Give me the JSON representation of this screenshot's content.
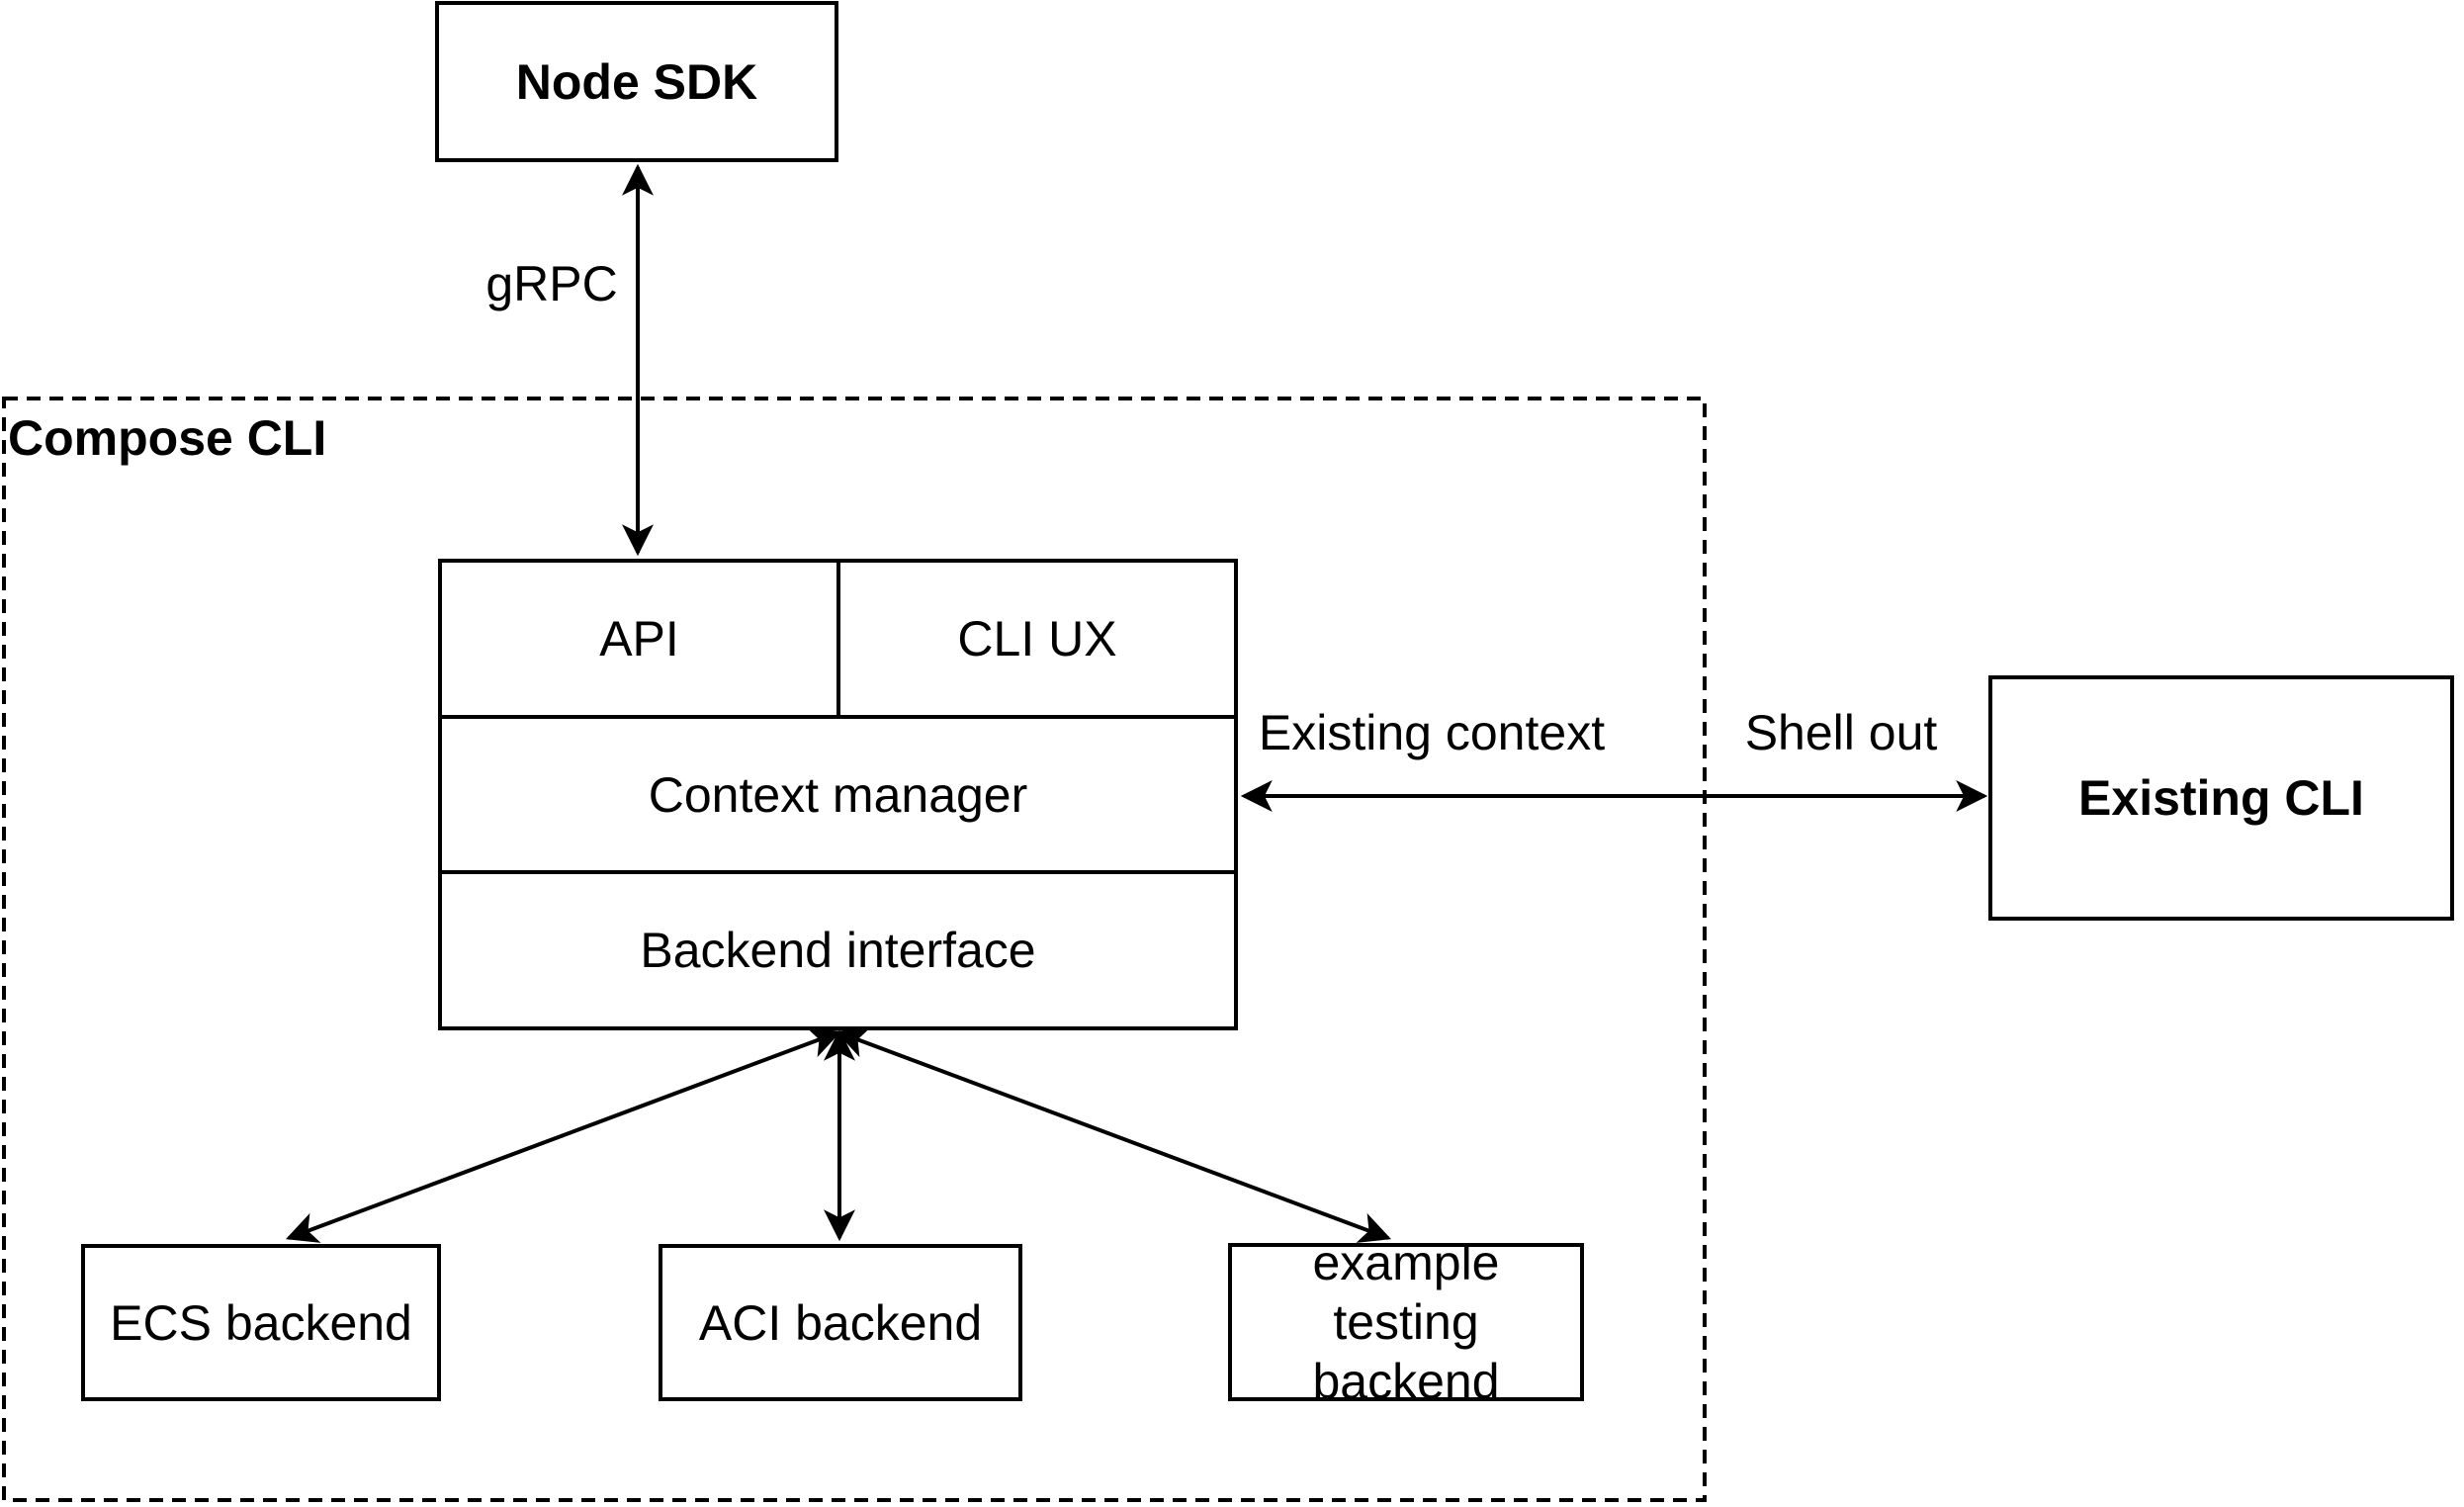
{
  "diagram": {
    "colors": {
      "stroke": "#000000",
      "background": "#ffffff"
    },
    "container": {
      "label": "Compose CLI"
    },
    "nodes": {
      "node_sdk": {
        "label": "Node SDK"
      },
      "api": {
        "label": "API"
      },
      "cli_ux": {
        "label": "CLI UX"
      },
      "context_manager": {
        "label": "Context manager"
      },
      "backend_interface": {
        "label": "Backend interface"
      },
      "ecs_backend": {
        "label": "ECS backend"
      },
      "aci_backend": {
        "label": "ACI backend"
      },
      "example_testing_backend": {
        "label": "example testing backend"
      },
      "existing_cli": {
        "label": "Existing CLI"
      }
    },
    "edge_labels": {
      "grpc": "gRPC",
      "existing_context": "Existing context",
      "shell_out": "Shell out"
    }
  }
}
